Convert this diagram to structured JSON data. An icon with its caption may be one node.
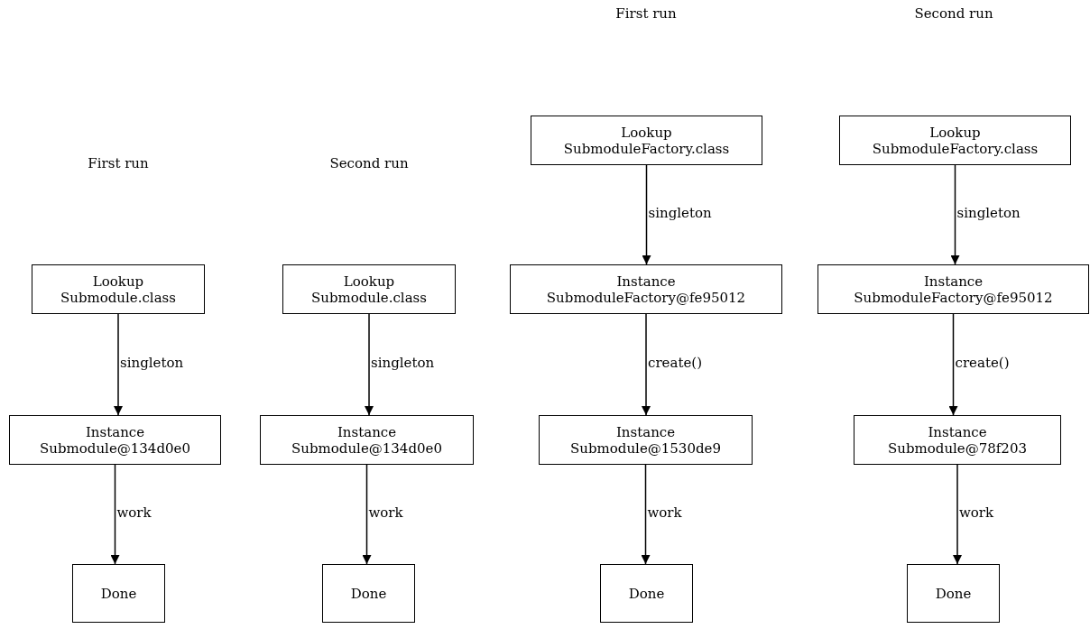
{
  "diagram": {
    "nodes": [
      {
        "text": [
          "Lookup",
          "Submodule.class"
        ]
      },
      {
        "text": [
          "Instance",
          "Submodule@134d0e0"
        ]
      },
      {
        "text": [
          "Done"
        ]
      },
      {
        "text": [
          "Lookup",
          "Submodule.class"
        ]
      },
      {
        "text": [
          "Instance",
          "Submodule@134d0e0"
        ]
      },
      {
        "text": [
          "Done"
        ]
      },
      {
        "text": [
          "Lookup",
          "SubmoduleFactory.class"
        ]
      },
      {
        "text": [
          "Instance",
          "SubmoduleFactory@fe95012"
        ]
      },
      {
        "text": [
          "Instance",
          "Submodule@1530de9"
        ]
      },
      {
        "text": [
          "Done"
        ]
      },
      {
        "text": [
          "Lookup",
          "SubmoduleFactory.class"
        ]
      },
      {
        "text": [
          "Instance",
          "SubmoduleFactory@fe95012"
        ]
      },
      {
        "text": [
          "Instance",
          "Submodule@78f203"
        ]
      },
      {
        "text": [
          "Done"
        ]
      }
    ],
    "edges": [
      {
        "from": 0,
        "to": 1,
        "arrow": "to",
        "label": "singleton"
      },
      {
        "from": 1,
        "to": 2,
        "arrow": "to",
        "label": "work"
      },
      {
        "from": 3,
        "to": 4,
        "arrow": "to",
        "label": "singleton"
      },
      {
        "from": 4,
        "to": 5,
        "arrow": "to",
        "label": "work"
      },
      {
        "from": 6,
        "to": 7,
        "arrow": "to",
        "label": "singleton"
      },
      {
        "from": 7,
        "to": 8,
        "arrow": "to",
        "label": "create()"
      },
      {
        "from": 8,
        "to": 9,
        "arrow": "to",
        "label": "work"
      },
      {
        "from": 10,
        "to": 11,
        "arrow": "to",
        "label": "singleton"
      },
      {
        "from": 11,
        "to": 12,
        "arrow": "to",
        "label": "create()"
      },
      {
        "from": 12,
        "to": 13,
        "arrow": "to",
        "label": "work"
      }
    ],
    "labels": [
      "First run",
      "Second run",
      "First run",
      "Second run"
    ]
  }
}
